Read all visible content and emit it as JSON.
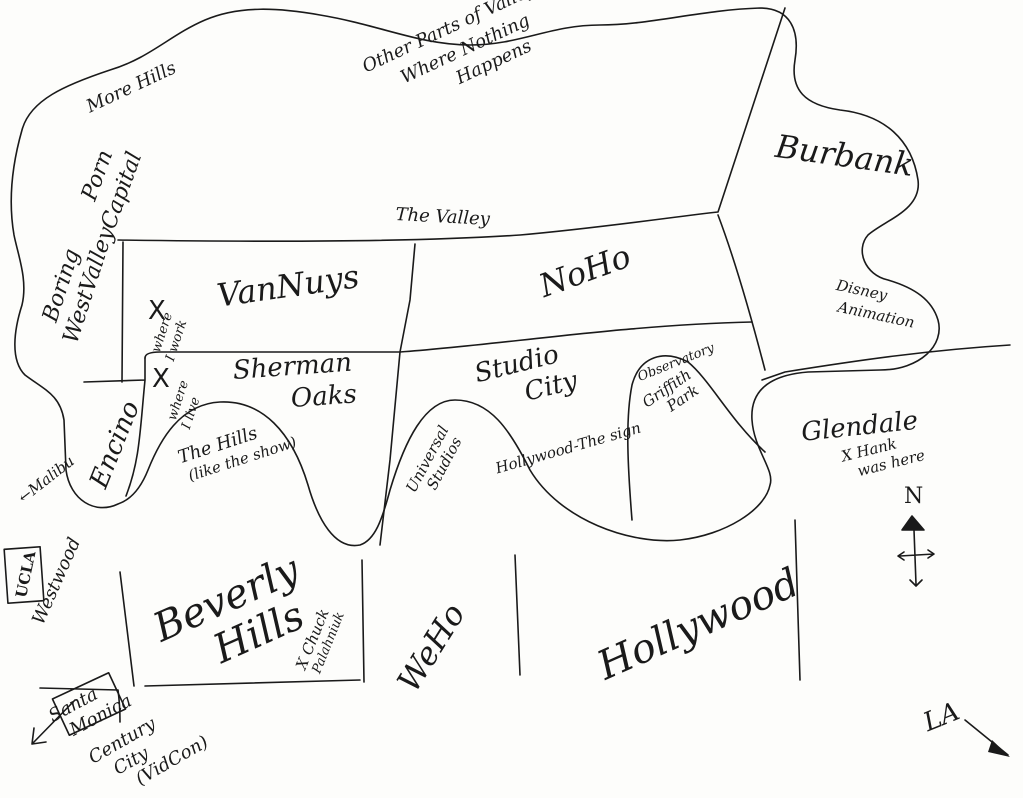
{
  "labels": {
    "more_hills": "More Hills",
    "other_parts": [
      "Other Parts of Valley",
      "Where Nothing",
      "Happens"
    ],
    "burbank": "Burbank",
    "porn_capital": [
      "Porn",
      "Capital"
    ],
    "the_valley": "The Valley",
    "boring_west_valley": [
      "Boring",
      "WestValley"
    ],
    "van_nuys": "VanNuys",
    "noho": "NoHo",
    "disney_animation": [
      "Disney",
      "Animation"
    ],
    "where_i_work": [
      "where",
      "I work"
    ],
    "where_i_live": [
      "where",
      "I live"
    ],
    "sherman_oaks": [
      "Sherman",
      "Oaks"
    ],
    "studio_city": [
      "Studio",
      "City"
    ],
    "observatory": "Observatory",
    "griffith_park": [
      "Griffith",
      "Park"
    ],
    "glendale": "Glendale",
    "hank": [
      "X Hank",
      "was here"
    ],
    "malibu": "←Malibu",
    "encino": "Encino",
    "the_hills": [
      "The Hills",
      "(like the show)"
    ],
    "universal_studios": [
      "Universal",
      "Studios"
    ],
    "hollywood_sign": "Hollywood-The sign",
    "north": "N",
    "ucla": "UCLA",
    "westwood": "Westwood",
    "beverly_hills": [
      "Beverly",
      "Hills"
    ],
    "chuck_palahniuk": [
      "X Chuck",
      "Palahniuk"
    ],
    "weho": "WeHo",
    "hollywood": "Hollywood",
    "la": "LA",
    "santa_monica": [
      "Santa",
      "Monica"
    ],
    "century_city": [
      "Century",
      "City",
      "(VidCon)"
    ]
  },
  "markers": {
    "work_x": "X",
    "live_x": "X"
  },
  "icons": {
    "compass": "compass-rose-icon",
    "arrow_la": "arrow-southeast-icon",
    "arrow_santa_monica": "arrow-southwest-icon"
  }
}
